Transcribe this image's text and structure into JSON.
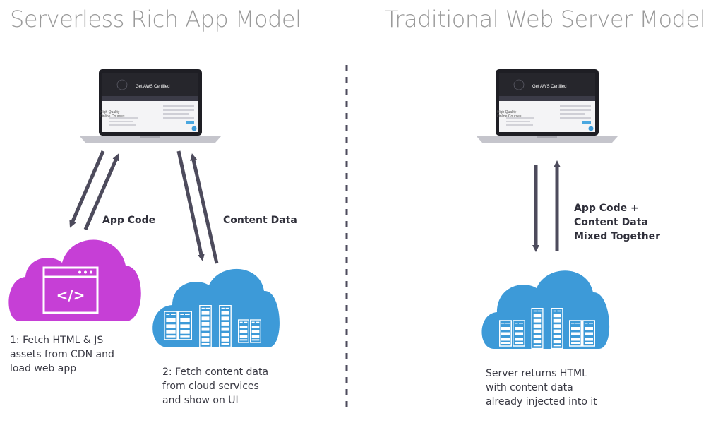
{
  "left": {
    "title": "Serverless Rich App Model",
    "app_code_label": "App Code",
    "content_data_label": "Content Data",
    "cdn_caption": "1: Fetch HTML & JS\nassets from CDN and\nload web app",
    "cloud_caption": "2: Fetch content data\nfrom cloud services\nand show on UI",
    "code_glyph": "</>"
  },
  "right": {
    "title": "Traditional Web Server Model",
    "mixed_label": "App Code  +\nContent Data\nMixed Together",
    "server_caption": "Server returns HTML\nwith content data\nalready injected into it"
  },
  "laptop_screen": {
    "banner": "Get AWS Certified",
    "headline_1": "High Quality",
    "headline_2": "Online Courses"
  },
  "colors": {
    "arrow": "#4d4b5c",
    "divider": "#4d4b5c",
    "cdn_cloud": "#c63fd6",
    "service_cloud": "#3d9ad8",
    "heading": "#9a9a9a"
  }
}
